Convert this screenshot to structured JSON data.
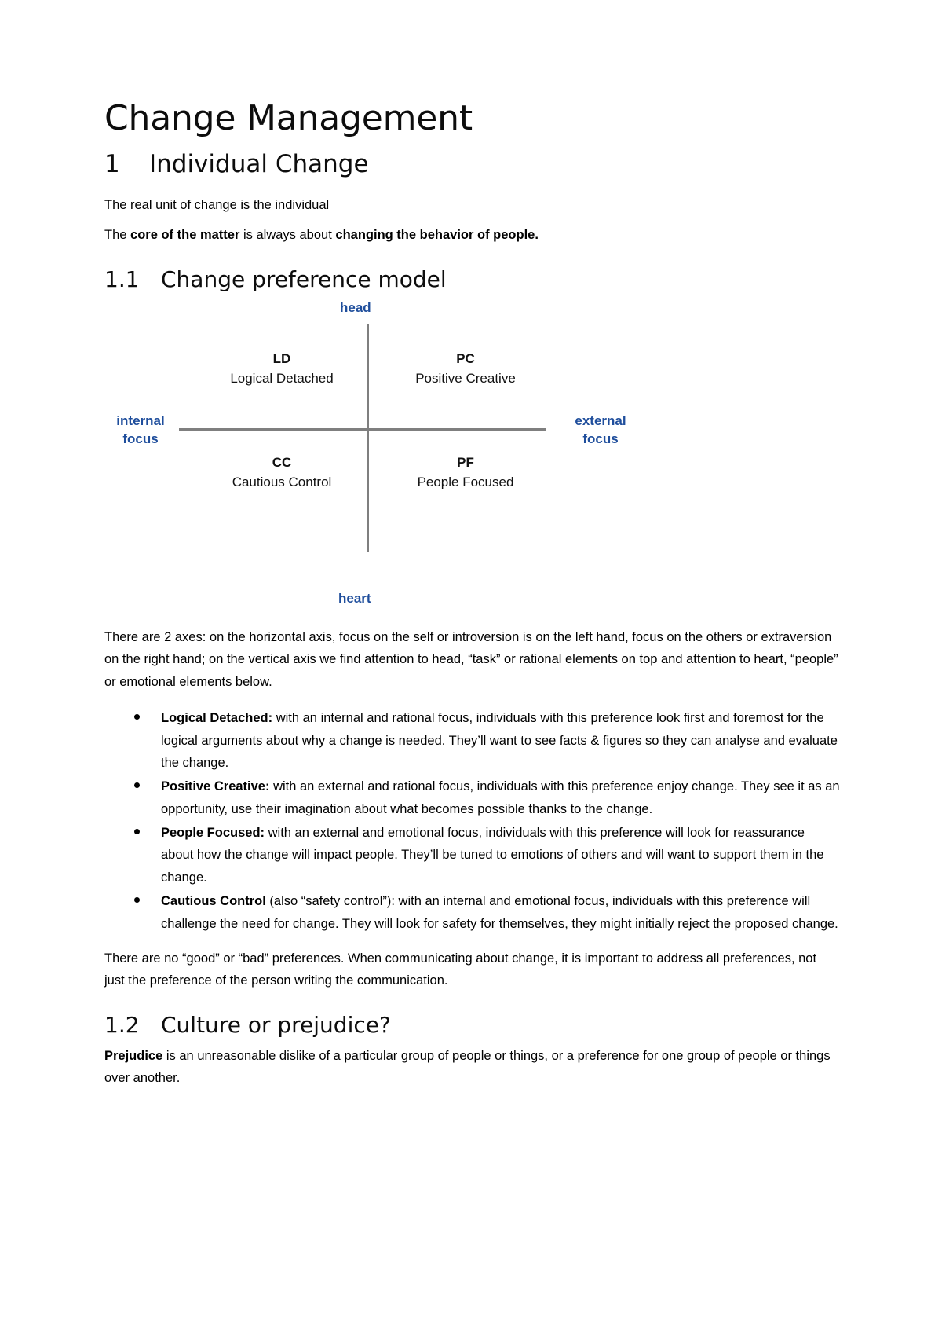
{
  "document": {
    "title": "Change Management"
  },
  "sections": [
    {
      "number": "1",
      "heading": "Individual Change",
      "intro_1": "The real unit of change is the individual",
      "intro_2_parts": {
        "a": "The ",
        "b_bold": "core of the matter",
        "c": " is always about ",
        "d_bold": "changing the behavior of people."
      }
    }
  ],
  "subsection_1_1": {
    "number": "1.1",
    "heading": "Change preference model",
    "description": "There are 2 axes: on the horizontal axis, focus on the self or introversion is on the left hand, focus on the others or extraversion on the right hand; on the vertical axis we find attention to head, “task” or rational elements on top and attention to heart, “people” or emotional elements below.",
    "closing": "There are no “good” or “bad” preferences. When communicating about change, it is important to address all preferences, not just the preference of the person writing the communication."
  },
  "diagram": {
    "type": "quadrant-model",
    "accent_color": "#1F4E9C",
    "axis_color": "#7F7F7F",
    "axis_labels": {
      "top": "head",
      "bottom": "heart",
      "left_line1": "internal",
      "left_line2": "focus",
      "right_line1": "external",
      "right_line2": "focus"
    },
    "quadrants": [
      {
        "position": "top-left",
        "code": "LD",
        "name": "Logical Detached"
      },
      {
        "position": "top-right",
        "code": "PC",
        "name": "Positive Creative"
      },
      {
        "position": "bottom-left",
        "code": "CC",
        "name": "Cautious Control"
      },
      {
        "position": "bottom-right",
        "code": "PF",
        "name": "People Focused"
      }
    ]
  },
  "bullets": [
    {
      "term": "Logical Detached:",
      "text": " with an internal and rational focus, individuals with this preference look first and foremost for the logical arguments about why a change is needed. They’ll want to see facts & figures so they can analyse and evaluate the change."
    },
    {
      "term": "Positive Creative:",
      "text": " with an external and rational focus, individuals with this preference enjoy change. They see it as an opportunity, use their imagination about what becomes possible thanks to the change."
    },
    {
      "term": "People Focused:",
      "text": " with an external and emotional focus, individuals with this preference will look for reassurance about how the change will impact people. They’ll be tuned to emotions of others and will want to support them in the change."
    },
    {
      "term": "Cautious Control",
      "text": " (also “safety control”): with an internal and emotional focus, individuals with this preference will challenge the need for change. They will look for safety for themselves, they might initially reject the proposed change."
    }
  ],
  "subsection_1_2": {
    "number": "1.2",
    "heading": "Culture or prejudice?",
    "paragraph_bold_lead": "Prejudice",
    "paragraph_rest": " is an unreasonable dislike of a particular group of people or things, or a preference for one group of people or things over another."
  }
}
